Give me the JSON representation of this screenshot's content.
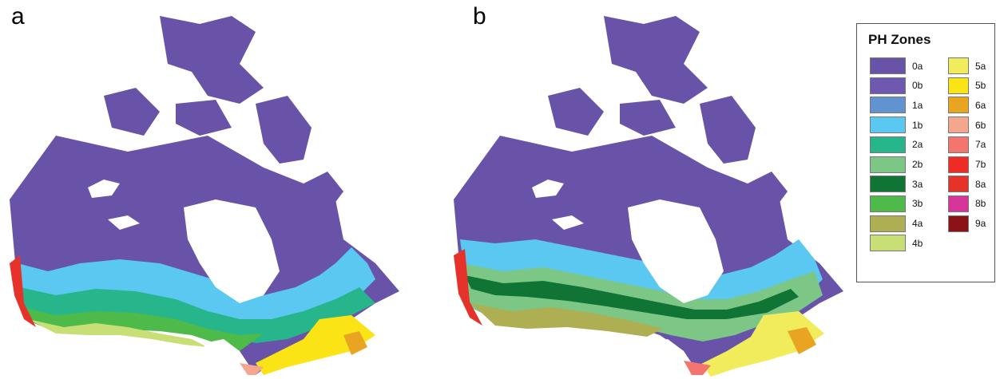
{
  "panels": [
    {
      "letter": "a"
    },
    {
      "letter": "b"
    }
  ],
  "legend": {
    "title": "PH Zones",
    "zones": [
      {
        "label": "0a",
        "color": "#6953a8"
      },
      {
        "label": "0b",
        "color": "#6e58b0"
      },
      {
        "label": "1a",
        "color": "#6193d0"
      },
      {
        "label": "1b",
        "color": "#5ac8f0"
      },
      {
        "label": "2a",
        "color": "#27b58c"
      },
      {
        "label": "2b",
        "color": "#7cc786"
      },
      {
        "label": "3a",
        "color": "#0f7434"
      },
      {
        "label": "3b",
        "color": "#4dba4a"
      },
      {
        "label": "4a",
        "color": "#aeae52"
      },
      {
        "label": "4b",
        "color": "#c7df75"
      },
      {
        "label": "5a",
        "color": "#f0ec5c"
      },
      {
        "label": "5b",
        "color": "#fbe416"
      },
      {
        "label": "6a",
        "color": "#e9a522"
      },
      {
        "label": "6b",
        "color": "#f5a68e"
      },
      {
        "label": "7a",
        "color": "#f4756e"
      },
      {
        "label": "7b",
        "color": "#ee2b24"
      },
      {
        "label": "8a",
        "color": "#e5322a"
      },
      {
        "label": "8b",
        "color": "#d8359a"
      },
      {
        "label": "9a",
        "color": "#8b1317"
      }
    ]
  }
}
